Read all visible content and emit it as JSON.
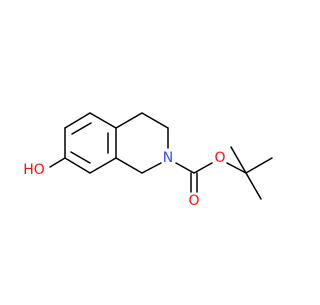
{
  "molecule": {
    "atoms": {
      "hydroxyl_O": {
        "label": "HO",
        "color": "#ff0d0d"
      },
      "ring_N": {
        "label": "N",
        "color": "#3050f8"
      },
      "ester_O": {
        "label": "O",
        "color": "#ff0d0d"
      },
      "carbonyl_O": {
        "label": "O",
        "color": "#ff0d0d"
      }
    },
    "bond_color": "#000000"
  }
}
